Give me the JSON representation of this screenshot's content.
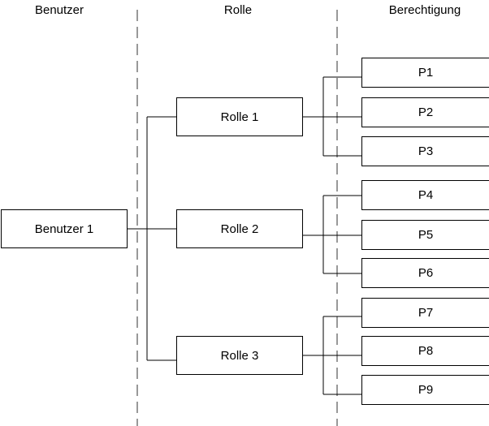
{
  "columns": {
    "users": "Benutzer",
    "roles": "Rolle",
    "permissions": "Berechtigung"
  },
  "user": "Benutzer 1",
  "roles": [
    "Rolle 1",
    "Rolle 2",
    "Rolle 3"
  ],
  "permissions": [
    "P1",
    "P2",
    "P3",
    "P4",
    "P5",
    "P6",
    "P7",
    "P8",
    "P9"
  ],
  "colors": {
    "line": "#000000",
    "separator": "#555555",
    "box_fill": "#ffffff"
  }
}
